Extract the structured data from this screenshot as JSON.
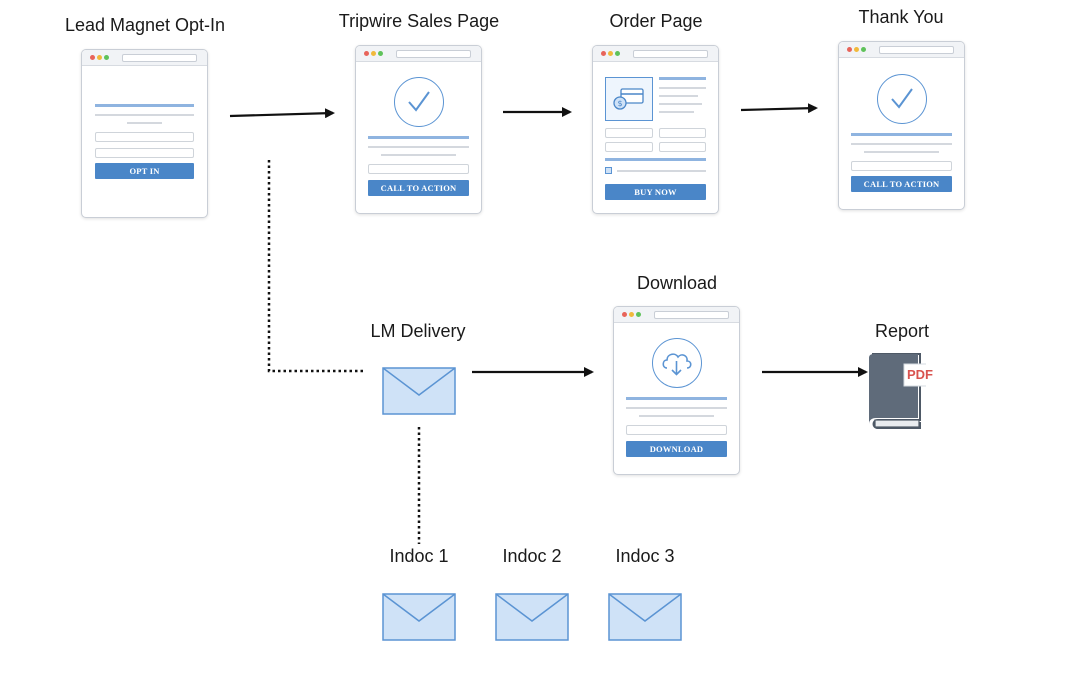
{
  "nodes": {
    "lead_magnet": {
      "label": "Lead Magnet Opt-In",
      "button": "OPT IN"
    },
    "tripwire": {
      "label": "Tripwire Sales Page",
      "button": "CALL TO ACTION"
    },
    "order": {
      "label": "Order Page",
      "button": "BUY NOW"
    },
    "thank_you": {
      "label": "Thank You",
      "button": "CALL TO ACTION"
    },
    "lm_delivery": {
      "label": "LM Delivery"
    },
    "download": {
      "label": "Download",
      "button": "DOWNLOAD"
    },
    "report": {
      "label": "Report",
      "badge": "PDF"
    },
    "indoc_1": {
      "label": "Indoc 1"
    },
    "indoc_2": {
      "label": "Indoc 2"
    },
    "indoc_3": {
      "label": "Indoc 3"
    }
  },
  "icons": {
    "browser_window": "browser-window-icon",
    "checkmark": "checkmark-circle-icon",
    "payment": "credit-card-icon",
    "cloud_download": "cloud-download-icon",
    "envelope": "envelope-icon",
    "book": "pdf-book-icon"
  },
  "colors": {
    "accent": "#4a86c8",
    "envelope_fill": "#cfe2f7",
    "envelope_stroke": "#5b94d3",
    "book": "#5f6b7a",
    "pdf_text": "#d9534f"
  }
}
